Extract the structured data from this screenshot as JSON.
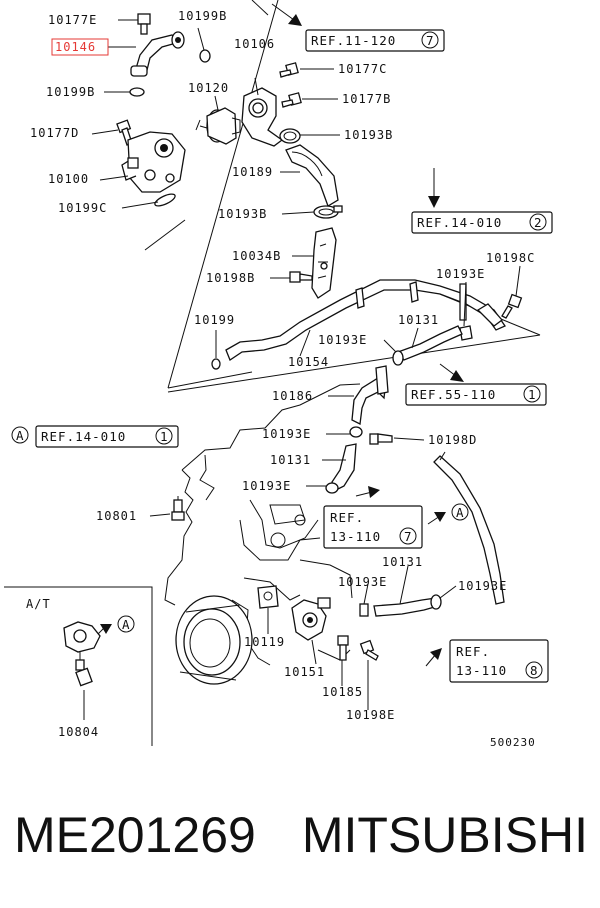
{
  "parts": {
    "p10177E": "10177E",
    "p10146": "10146",
    "p10199B_top": "10199B",
    "p10199B_left": "10199B",
    "p10177D": "10177D",
    "p10100": "10100",
    "p10199C": "10199C",
    "p10106": "10106",
    "p10120": "10120",
    "p10177C": "10177C",
    "p10177B": "10177B",
    "p10193B_top": "10193B",
    "p10189": "10189",
    "p10193B_mid": "10193B",
    "p10034B": "10034B",
    "p10198B": "10198B",
    "p10193E_top": "10193E",
    "p10198C": "10198C",
    "p10199": "10199",
    "p10193E_mid": "10193E",
    "p10131_top": "10131",
    "p10154": "10154",
    "p10186": "10186",
    "p10193E_c": "10193E",
    "p10198D": "10198D",
    "p10131_mid": "10131",
    "p10193E_d": "10193E",
    "p10801": "10801",
    "p10131_low": "10131",
    "p10193E_low_l": "10193E",
    "p10193E_low_r": "10193E",
    "p10119": "10119",
    "p10151": "10151",
    "p10185": "10185",
    "p10198E": "10198E",
    "p10804": "10804"
  },
  "refs": {
    "r1": {
      "text": "REF.11-120",
      "num": "7"
    },
    "r2": {
      "text": "REF.14-010",
      "num": "2"
    },
    "r3": {
      "text": "REF.55-110",
      "num": "1"
    },
    "r4": {
      "text": "REF.14-010",
      "num": "1"
    },
    "r5": {
      "line1": "REF.",
      "line2": "13-110",
      "num": "7"
    },
    "r6": {
      "line1": "REF.",
      "line2": "13-110",
      "num": "8"
    }
  },
  "markers": {
    "a_left": "A",
    "a_mid": "A",
    "a_inset": "A"
  },
  "inset_label": "A/T",
  "diagram_code": "500230",
  "footer": {
    "part_number": "ME201269",
    "brand": "MITSUBISHI"
  },
  "highlight_color": "#e53935"
}
